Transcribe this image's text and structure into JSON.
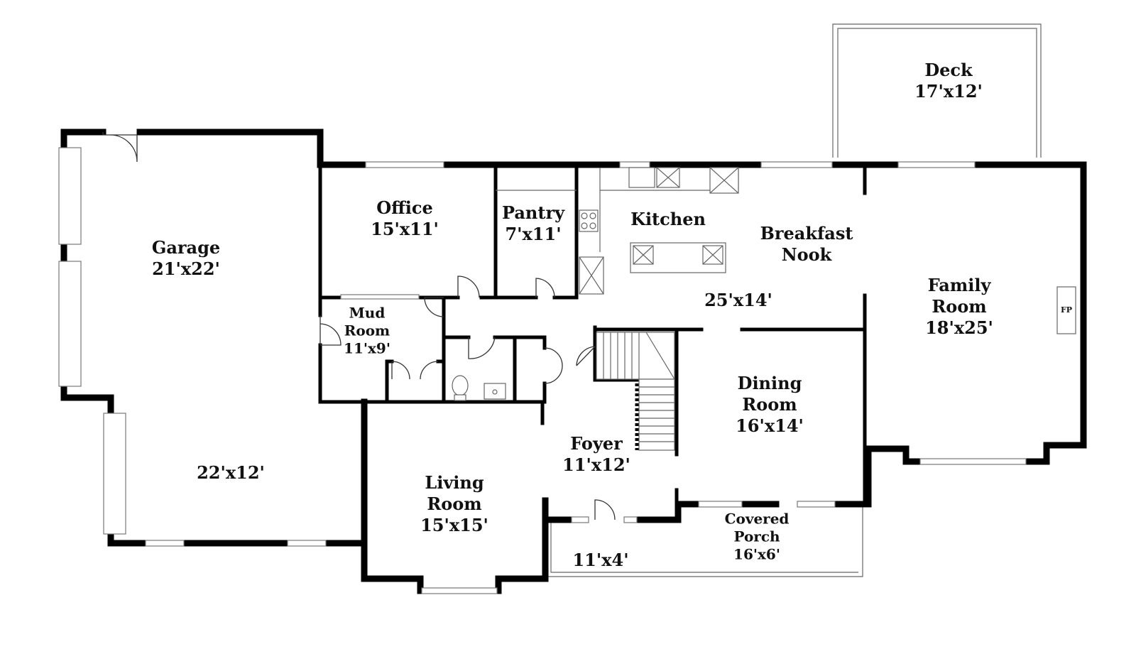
{
  "rooms": {
    "deck": {
      "name": "Deck",
      "size": "17'x12'"
    },
    "garage": {
      "name": "Garage",
      "size": "21'x22'"
    },
    "garage_extension": {
      "size": "22'x12'"
    },
    "office": {
      "name": "Office",
      "size": "15'x11'"
    },
    "pantry": {
      "name": "Pantry",
      "size": "7'x11'"
    },
    "kitchen": {
      "name": "Kitchen"
    },
    "breakfast_nook": {
      "name_line1": "Breakfast",
      "name_line2": "Nook"
    },
    "kitchen_nook_size": {
      "size": "25'x14'"
    },
    "family_room": {
      "name_line1": "Family",
      "name_line2": "Room",
      "size": "18'x25'"
    },
    "mud_room": {
      "name_line1": "Mud",
      "name_line2": "Room",
      "size": "11'x9'"
    },
    "dining_room": {
      "name_line1": "Dining",
      "name_line2": "Room",
      "size": "16'x14'"
    },
    "foyer": {
      "name": "Foyer",
      "size": "11'x12'"
    },
    "living_room": {
      "name_line1": "Living",
      "name_line2": "Room",
      "size": "15'x15'"
    },
    "front_porch": {
      "size": "11'x4'"
    },
    "covered_porch": {
      "name_line1": "Covered",
      "name_line2": "Porch",
      "size": "16'x6'"
    }
  },
  "fireplace": {
    "label": "FP"
  },
  "colors": {
    "wall": "#000000",
    "background": "#ffffff",
    "window": "#777777"
  }
}
